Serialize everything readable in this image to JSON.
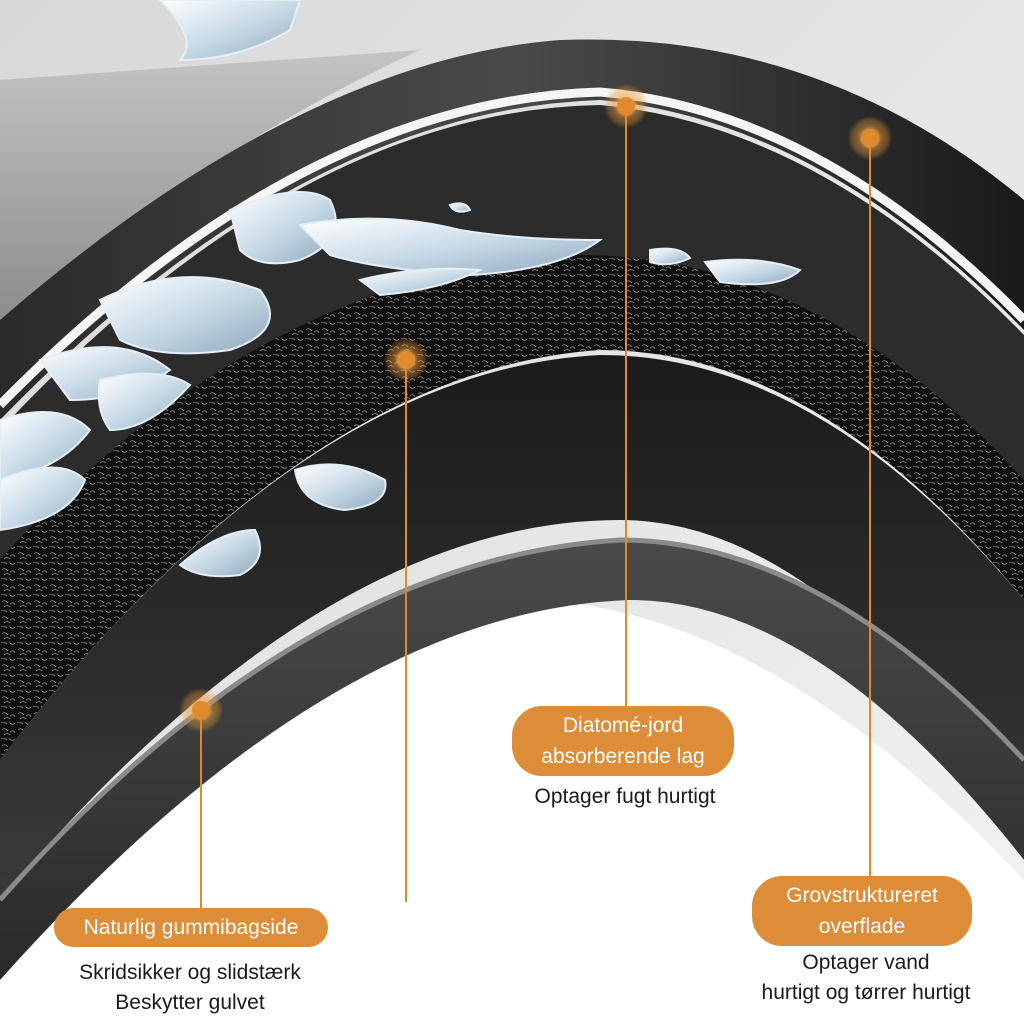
{
  "colors": {
    "accent": "#dd8d37",
    "leader": "#e08a2c",
    "label_text": "#ffffff",
    "caption_text": "#1a1a1a"
  },
  "callouts": {
    "diatomite": {
      "title_line1": "Diatomé-jord",
      "title_line2": "absorberende lag",
      "caption_line1": "Optager fugt hurtigt"
    },
    "surface": {
      "title_line1": "Grovstruktureret",
      "title_line2": "overflade",
      "caption_line1": "Optager vand",
      "caption_line2": "hurtigt og tørrer hurtigt"
    },
    "rubber": {
      "title_line1": "Naturlig gummibagside",
      "caption_line1": "Skridsikker og slidstærk",
      "caption_line2": "Beskytter gulvet"
    }
  },
  "icons": {
    "layer_marker": "orange-glow-dot-icon"
  }
}
